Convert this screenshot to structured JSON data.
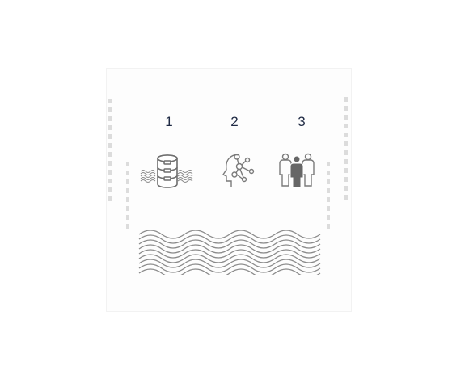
{
  "steps": [
    {
      "number": "1",
      "icon": "database-icon"
    },
    {
      "number": "2",
      "icon": "ai-head-network-icon"
    },
    {
      "number": "3",
      "icon": "people-group-icon"
    }
  ],
  "colors": {
    "icon_stroke": "#7a7a7a",
    "highlight": "#666666",
    "number_text": "#1f2a44",
    "dashed_line": "#dcdcdc",
    "waves": "#8a8a8a"
  }
}
